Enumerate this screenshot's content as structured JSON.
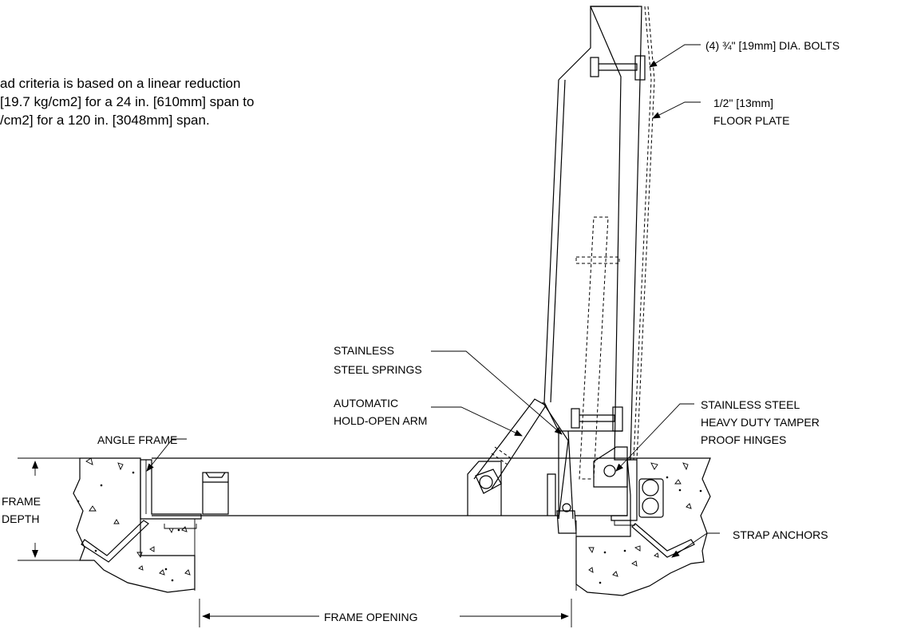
{
  "note": {
    "line1": "ad criteria is based on a linear reduction",
    "line2": "[19.7 kg/cm2] for a 24 in. [610mm] span to",
    "line3": "/cm2] for a 120 in. [3048mm] span."
  },
  "labels": {
    "bolts": "(4) ¾\" [19mm] DIA. BOLTS",
    "floor_plate_1": "1/2\" [13mm]",
    "floor_plate_2": "FLOOR PLATE",
    "springs_1": "STAINLESS",
    "springs_2": "STEEL SPRINGS",
    "arm_1": "AUTOMATIC",
    "arm_2": "HOLD-OPEN ARM",
    "hinges_1": "STAINLESS STEEL",
    "hinges_2": "HEAVY DUTY TAMPER",
    "hinges_3": "PROOF HINGES",
    "angle_frame": "ANGLE FRAME",
    "frame_depth_1": "FRAME",
    "frame_depth_2": "DEPTH",
    "strap_anchors": "STRAP ANCHORS",
    "frame_opening": "FRAME OPENING"
  }
}
